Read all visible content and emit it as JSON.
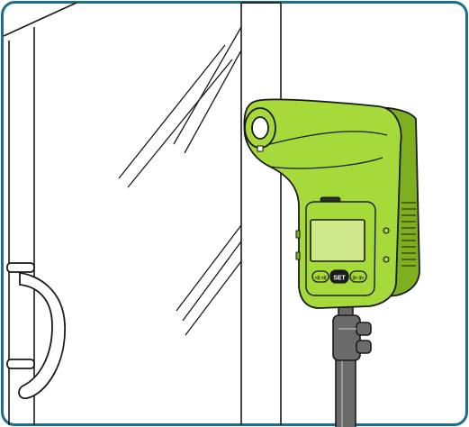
{
  "device": {
    "buttons": [
      {
        "label": "⧏⧏",
        "name": "prev"
      },
      {
        "label": "SET",
        "name": "set"
      },
      {
        "label": "⧐⧐",
        "name": "next"
      }
    ]
  },
  "colors": {
    "device_body": "#a6d93a",
    "device_dark": "#7faf1e",
    "frame_border": "#1a6f8f",
    "line": "#1a1a1a",
    "pole": "#6a6a6a",
    "screen": "#cfe98a"
  }
}
